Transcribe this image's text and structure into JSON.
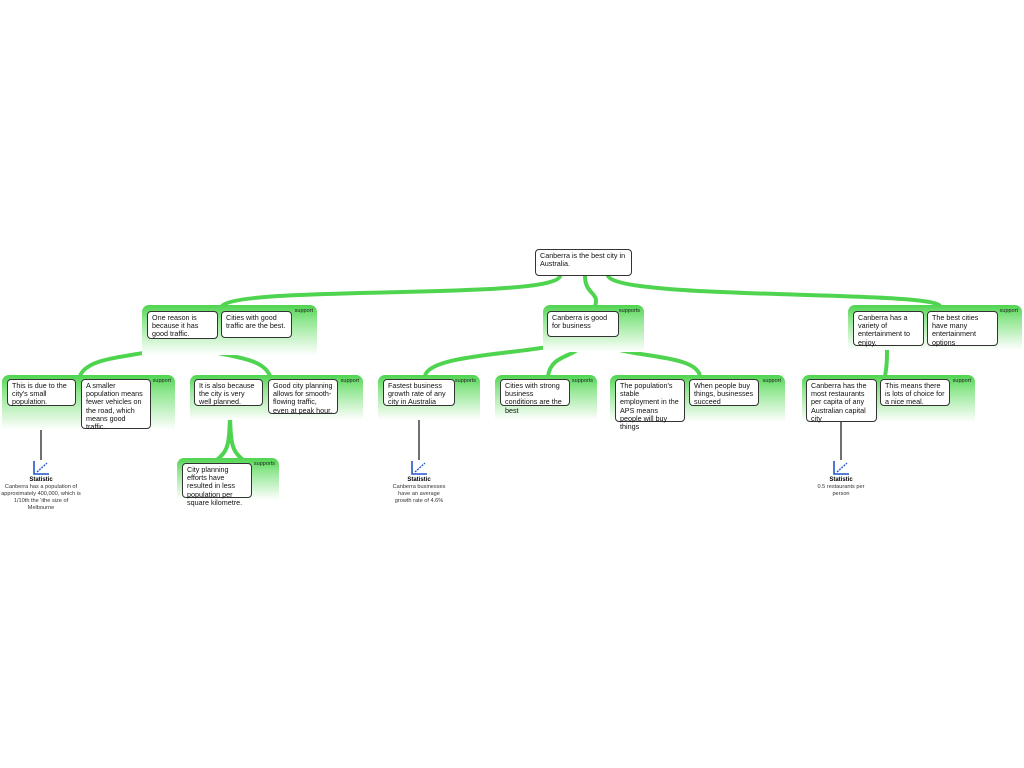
{
  "accent_color": "#4fd44f",
  "root": {
    "text": "Canberra is the best city in Australia."
  },
  "groups": [
    {
      "label": "support",
      "claims": [
        "One reason is because it has good traffic.",
        "Cities with good traffic are the best."
      ]
    },
    {
      "label": "supports",
      "claims": [
        "Canberra is good for business"
      ]
    },
    {
      "label": "support",
      "claims": [
        "Canberra has a variety of entertainment to enjoy.",
        "The best cities have many entertainment options"
      ]
    },
    {
      "label": "support",
      "claims": [
        "This is due to the city's small population.",
        "A smaller population means fewer vehicles on the road, which means good traffic."
      ]
    },
    {
      "label": "support",
      "claims": [
        "It is also because the city is very well planned.",
        "Good city planning allows for smooth-flowing traffic, even at peak hour."
      ]
    },
    {
      "label": "supports",
      "claims": [
        "City planning efforts have resulted in less population per square kilometre."
      ]
    },
    {
      "label": "supports",
      "claims": [
        "Fastest business growth rate of any city in Australia"
      ]
    },
    {
      "label": "supports",
      "claims": [
        "Cities with strong business conditions are the best"
      ]
    },
    {
      "label": "support",
      "claims": [
        "The population's stable employment in the APS means people will buy things",
        "When people buy things, businesses succeed"
      ]
    },
    {
      "label": "support",
      "claims": [
        "Canberra has the most restaurants per capita of any Australian capital city",
        "This means there is lots of choice for a nice meal."
      ]
    }
  ],
  "statistics": [
    {
      "title": "Statistic",
      "text": "Canberra has a population of approximately 400,000, which is 1/10th the 'ithe size of Melbourne",
      "icon": "statistic-chart-icon"
    },
    {
      "title": "Statistic",
      "text": "Canberra businesses have an average growth rate of 4.6%",
      "icon": "statistic-chart-icon"
    },
    {
      "title": "Statistic",
      "text": "0.5 restaurants per person",
      "icon": "statistic-chart-icon"
    }
  ]
}
